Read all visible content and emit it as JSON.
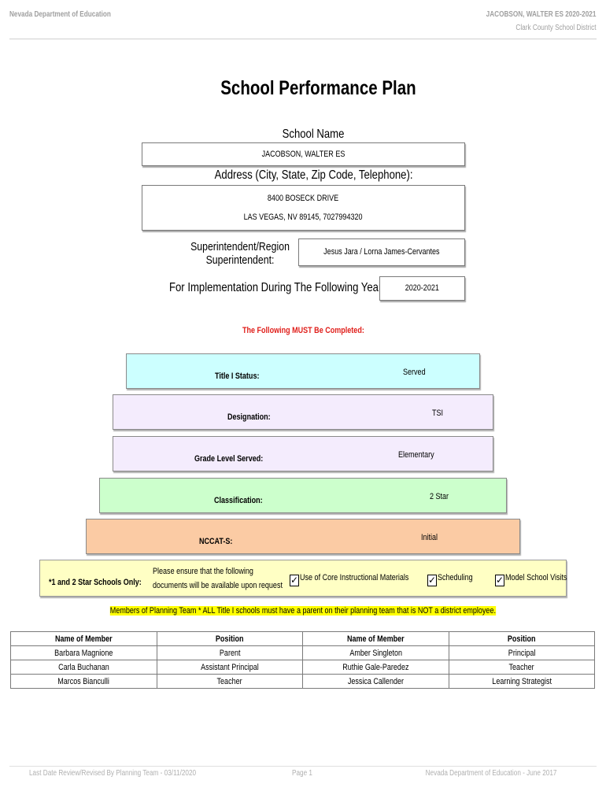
{
  "header": {
    "left": "Nevada Department of Education",
    "right_line1": "JACOBSON, WALTER ES  2020-2021",
    "right_line2": "Clark County School District"
  },
  "title": "School Performance Plan",
  "school_name_label": "School Name",
  "school_name": "JACOBSON, WALTER ES",
  "address_label": "Address (City, State, Zip Code, Telephone):",
  "address_line1": "8400 BOSECK DRIVE",
  "address_line2": "LAS VEGAS, NV  89145, 7027994320",
  "superintendent_label": "Superintendent/Region Superintendent:",
  "superintendent_value": "Jesus Jara / Lorna James-Cervantes",
  "years_label": "For Implementation During The Following Years:",
  "years_value": "2020-2021",
  "must_complete": "The Following MUST Be Completed:",
  "status": {
    "title1_label": "Title I Status:",
    "title1_value": "Served",
    "designation_label": "Designation:",
    "designation_value": "TSI",
    "grade_label": "Grade Level Served:",
    "grade_value": "Elementary",
    "classification_label": "Classification:",
    "classification_value": "2 Star",
    "nccat_label": "NCCAT-S:",
    "nccat_value": "Initial"
  },
  "star_schools": {
    "label": "*1 and 2 Star Schools Only:",
    "note_line1": "Please ensure that the following",
    "note_line2": "documents will be available upon request",
    "check_mark": "✓",
    "items": [
      {
        "label": "Use of Core Instructional Materials"
      },
      {
        "label": "Scheduling"
      },
      {
        "label": "Model School Visits"
      }
    ]
  },
  "members_note": "Members of Planning Team * ALL Title I schools must have a parent on their planning team that is NOT a district employee.",
  "team_table": {
    "headers": [
      "Name of Member",
      "Position",
      "Name of Member",
      "Position"
    ],
    "rows": [
      [
        "Barbara Magnione",
        "Parent",
        "Amber Singleton",
        "Principal"
      ],
      [
        "Carla Buchanan",
        "Assistant Principal",
        "Ruthie Gale-Paredez",
        "Teacher"
      ],
      [
        "Marcos Bianculli",
        "Teacher",
        "Jessica Callender",
        "Learning Strategist"
      ]
    ]
  },
  "footer": {
    "left": "Last Date Review/Revised By Planning Team - 03/11/2020",
    "center": "Page 1",
    "right": "Nevada Department of Education - June 2017"
  }
}
